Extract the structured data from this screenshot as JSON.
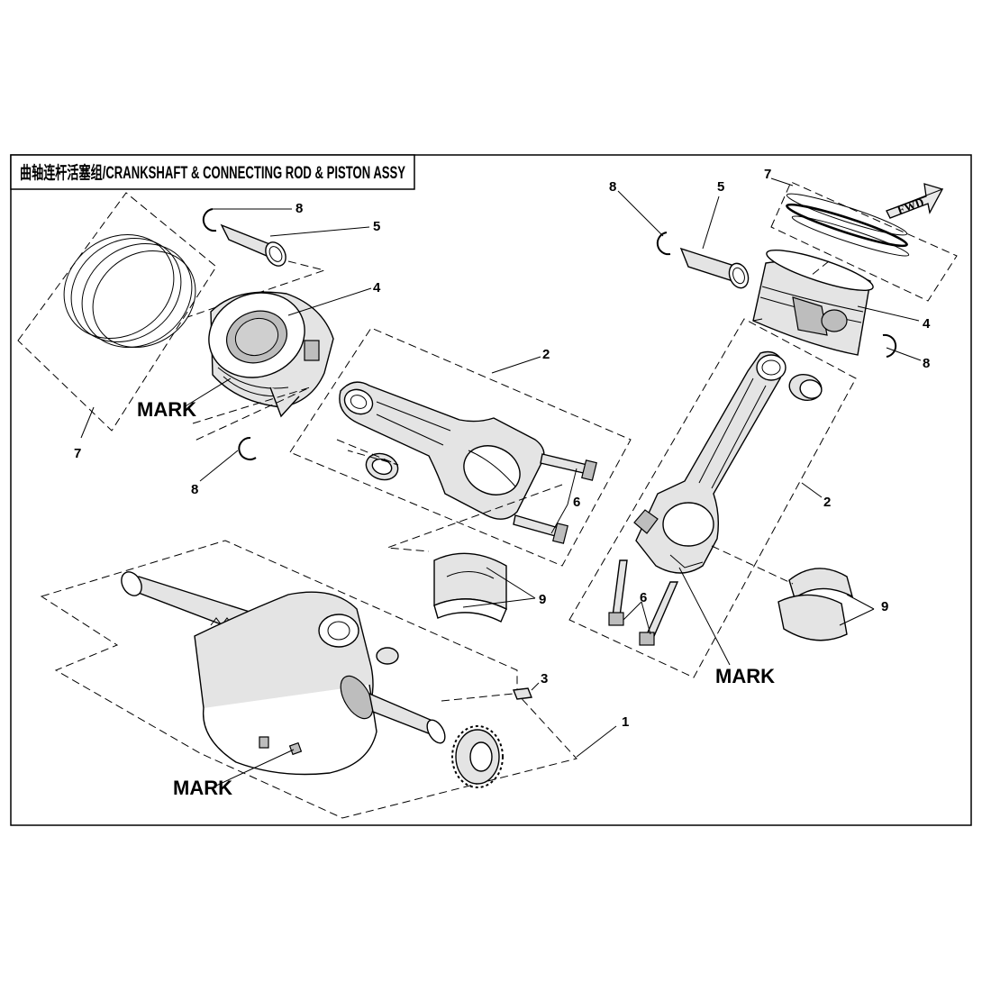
{
  "title": "曲轴连杆活塞组/CRANKSHAFT & CONNECTING ROD & PISTON ASSY",
  "fwd_arrow_label": "FWD",
  "mark_label": "MARK",
  "callouts": {
    "c1": "1",
    "c2_left": "2",
    "c2_right": "2",
    "c3": "3",
    "c4_left": "4",
    "c4_right": "4",
    "c5_left": "5",
    "c5_right": "5",
    "c6_left": "6",
    "c6_right": "6",
    "c7_left": "7",
    "c7_right": "7",
    "c8_left_top": "8",
    "c8_left_bottom": "8",
    "c8_right_top": "8",
    "c8_right_bottom": "8",
    "c9_left": "9",
    "c9_right": "9"
  }
}
